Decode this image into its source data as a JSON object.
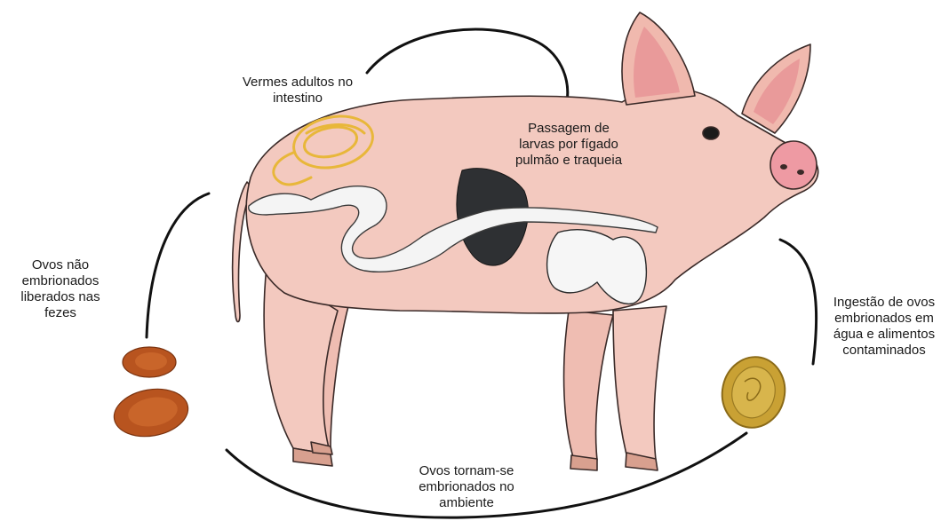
{
  "labels": {
    "adult_worms": [
      "Vermes adultos no",
      "intestino"
    ],
    "larval_migration": [
      "Passagem de",
      "larvas por fígado",
      "pulmão e traqueia"
    ],
    "unembryonated_eggs": [
      "Ovos não",
      "embrionados",
      "liberados nas",
      "fezes"
    ],
    "ingestion": [
      "Ingestão de ovos",
      "embrionados em",
      "água e alimentos",
      "contaminados"
    ],
    "embryonation": [
      "Ovos tornam-se",
      "embrionados no",
      "ambiente"
    ]
  },
  "colors": {
    "pig_skin": "#f3c9bf",
    "pig_outline": "#3a2a28",
    "ear_inner": "#e99a9a",
    "snout": "#ee9aa3",
    "intestine": "#f4f4f4",
    "liver": "#2e3033",
    "lungs": "#f6f6f6",
    "worm": "#e8b73a",
    "egg_unembryonated": "#b8541f",
    "egg_embryonated": "#c9a134",
    "cycle_line": "#111111"
  }
}
